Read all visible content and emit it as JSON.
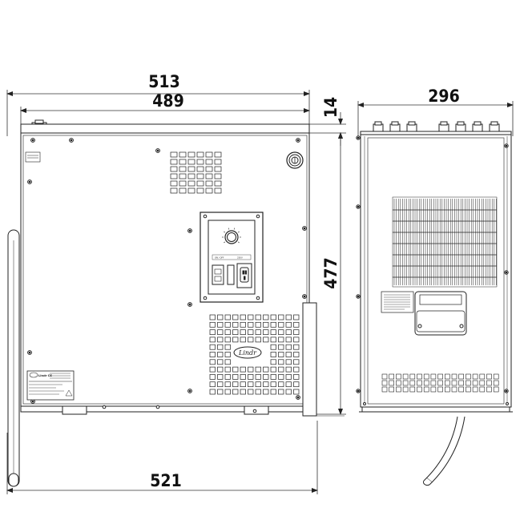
{
  "dimensions": {
    "width_overall": "513",
    "width_body": "489",
    "top_offset": "14",
    "height": "477",
    "depth": "296",
    "width_with_handle": "521"
  },
  "front_panel": {
    "switch_label_left": "ON / OFF",
    "switch_label_right": "230V",
    "logo_text": "Lindr",
    "rating_plate": "Lindr CE"
  },
  "colors": {
    "line": "#222222",
    "panel": "#ffffff",
    "shade": "#d8d8d8"
  }
}
